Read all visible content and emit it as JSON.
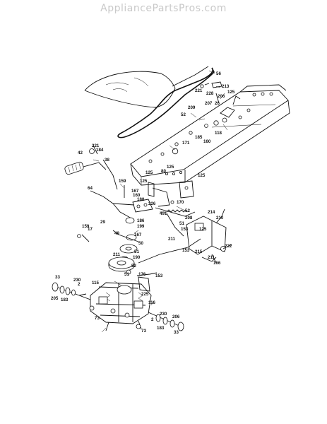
{
  "watermark": "AppliancePartsPros.com",
  "labels": {
    "l56": "56",
    "l213": "213",
    "l221a": "221",
    "l228": "228",
    "l206a": "206",
    "l125a": "125",
    "l207": "207",
    "l26": "26",
    "l209": "209",
    "l52a": "52",
    "l118": "118",
    "l185": "185",
    "l160": "160",
    "l221b": "221",
    "l184": "184",
    "l171": "171",
    "l42": "42",
    "l38": "38",
    "l125b": "125",
    "l125c": "125",
    "l80": "80",
    "l125d": "125",
    "l159": "159",
    "l64": "64",
    "l167a": "167",
    "l160b": "160",
    "l188": "188",
    "l226": "226",
    "l170": "170",
    "l491": "491",
    "l52b": "52",
    "l214": "214",
    "l210": "210",
    "l186": "186",
    "l199": "199",
    "l208": "208",
    "l51a": "51",
    "l153a": "153",
    "l159b": "159",
    "l17": "17",
    "l29": "29",
    "l125e": "125",
    "l211a": "211",
    "l49": "49",
    "l167b": "167",
    "l50": "50",
    "l211b": "211",
    "l153b": "153",
    "l215": "215",
    "l222": "222",
    "l51b": "51",
    "l190": "190",
    "l211c": "211",
    "l166": "166",
    "l52c": "52",
    "l51c": "51",
    "l176": "176",
    "l153c": "153",
    "l33a": "33",
    "l230a": "230",
    "l2a": "2",
    "l115": "115",
    "l205": "205",
    "l183a": "183",
    "l225": "225",
    "l116": "116",
    "l230b": "230",
    "l206b": "206",
    "l73a": "73",
    "l183b": "183",
    "l2b": "2",
    "l73b": "73",
    "l33b": "33"
  }
}
